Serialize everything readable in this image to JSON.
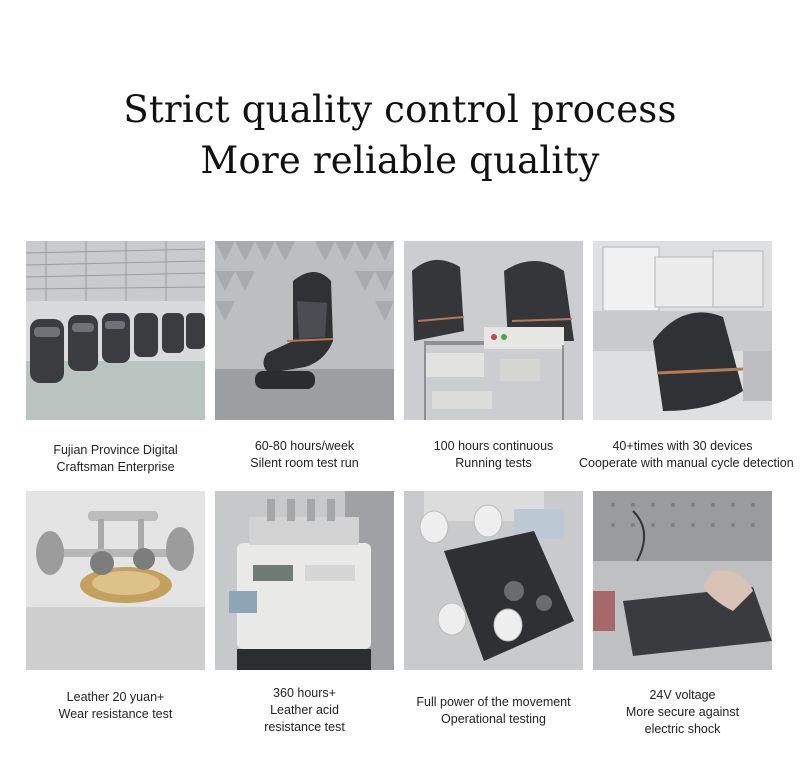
{
  "header": {
    "line1": "Strict quality control process",
    "line2": "More reliable quality"
  },
  "cards": [
    {
      "icon": "factory-floor-photo",
      "lines": [
        "Fujian Province Digital",
        "Craftsman Enterprise"
      ]
    },
    {
      "icon": "silent-room-photo",
      "lines": [
        "60-80 hours/week",
        "Silent room test run"
      ]
    },
    {
      "icon": "running-test-photo",
      "lines": [
        "100 hours continuous",
        "Running tests"
      ]
    },
    {
      "icon": "cycle-detection-photo",
      "lines": [
        "40+times with 30 devices",
        "Cooperate with manual cycle detection"
      ]
    },
    {
      "icon": "wear-test-machine-photo",
      "lines": [
        "Leather 20 yuan+",
        "Wear resistance test"
      ]
    },
    {
      "icon": "acid-test-machine-photo",
      "lines": [
        "360 hours+",
        "Leather acid",
        "resistance test"
      ]
    },
    {
      "icon": "movement-mechanism-photo",
      "lines": [
        "Full power of the movement",
        "Operational testing"
      ]
    },
    {
      "icon": "voltage-test-photo",
      "lines": [
        "24V voltage",
        "More secure against",
        "electric shock"
      ]
    }
  ]
}
